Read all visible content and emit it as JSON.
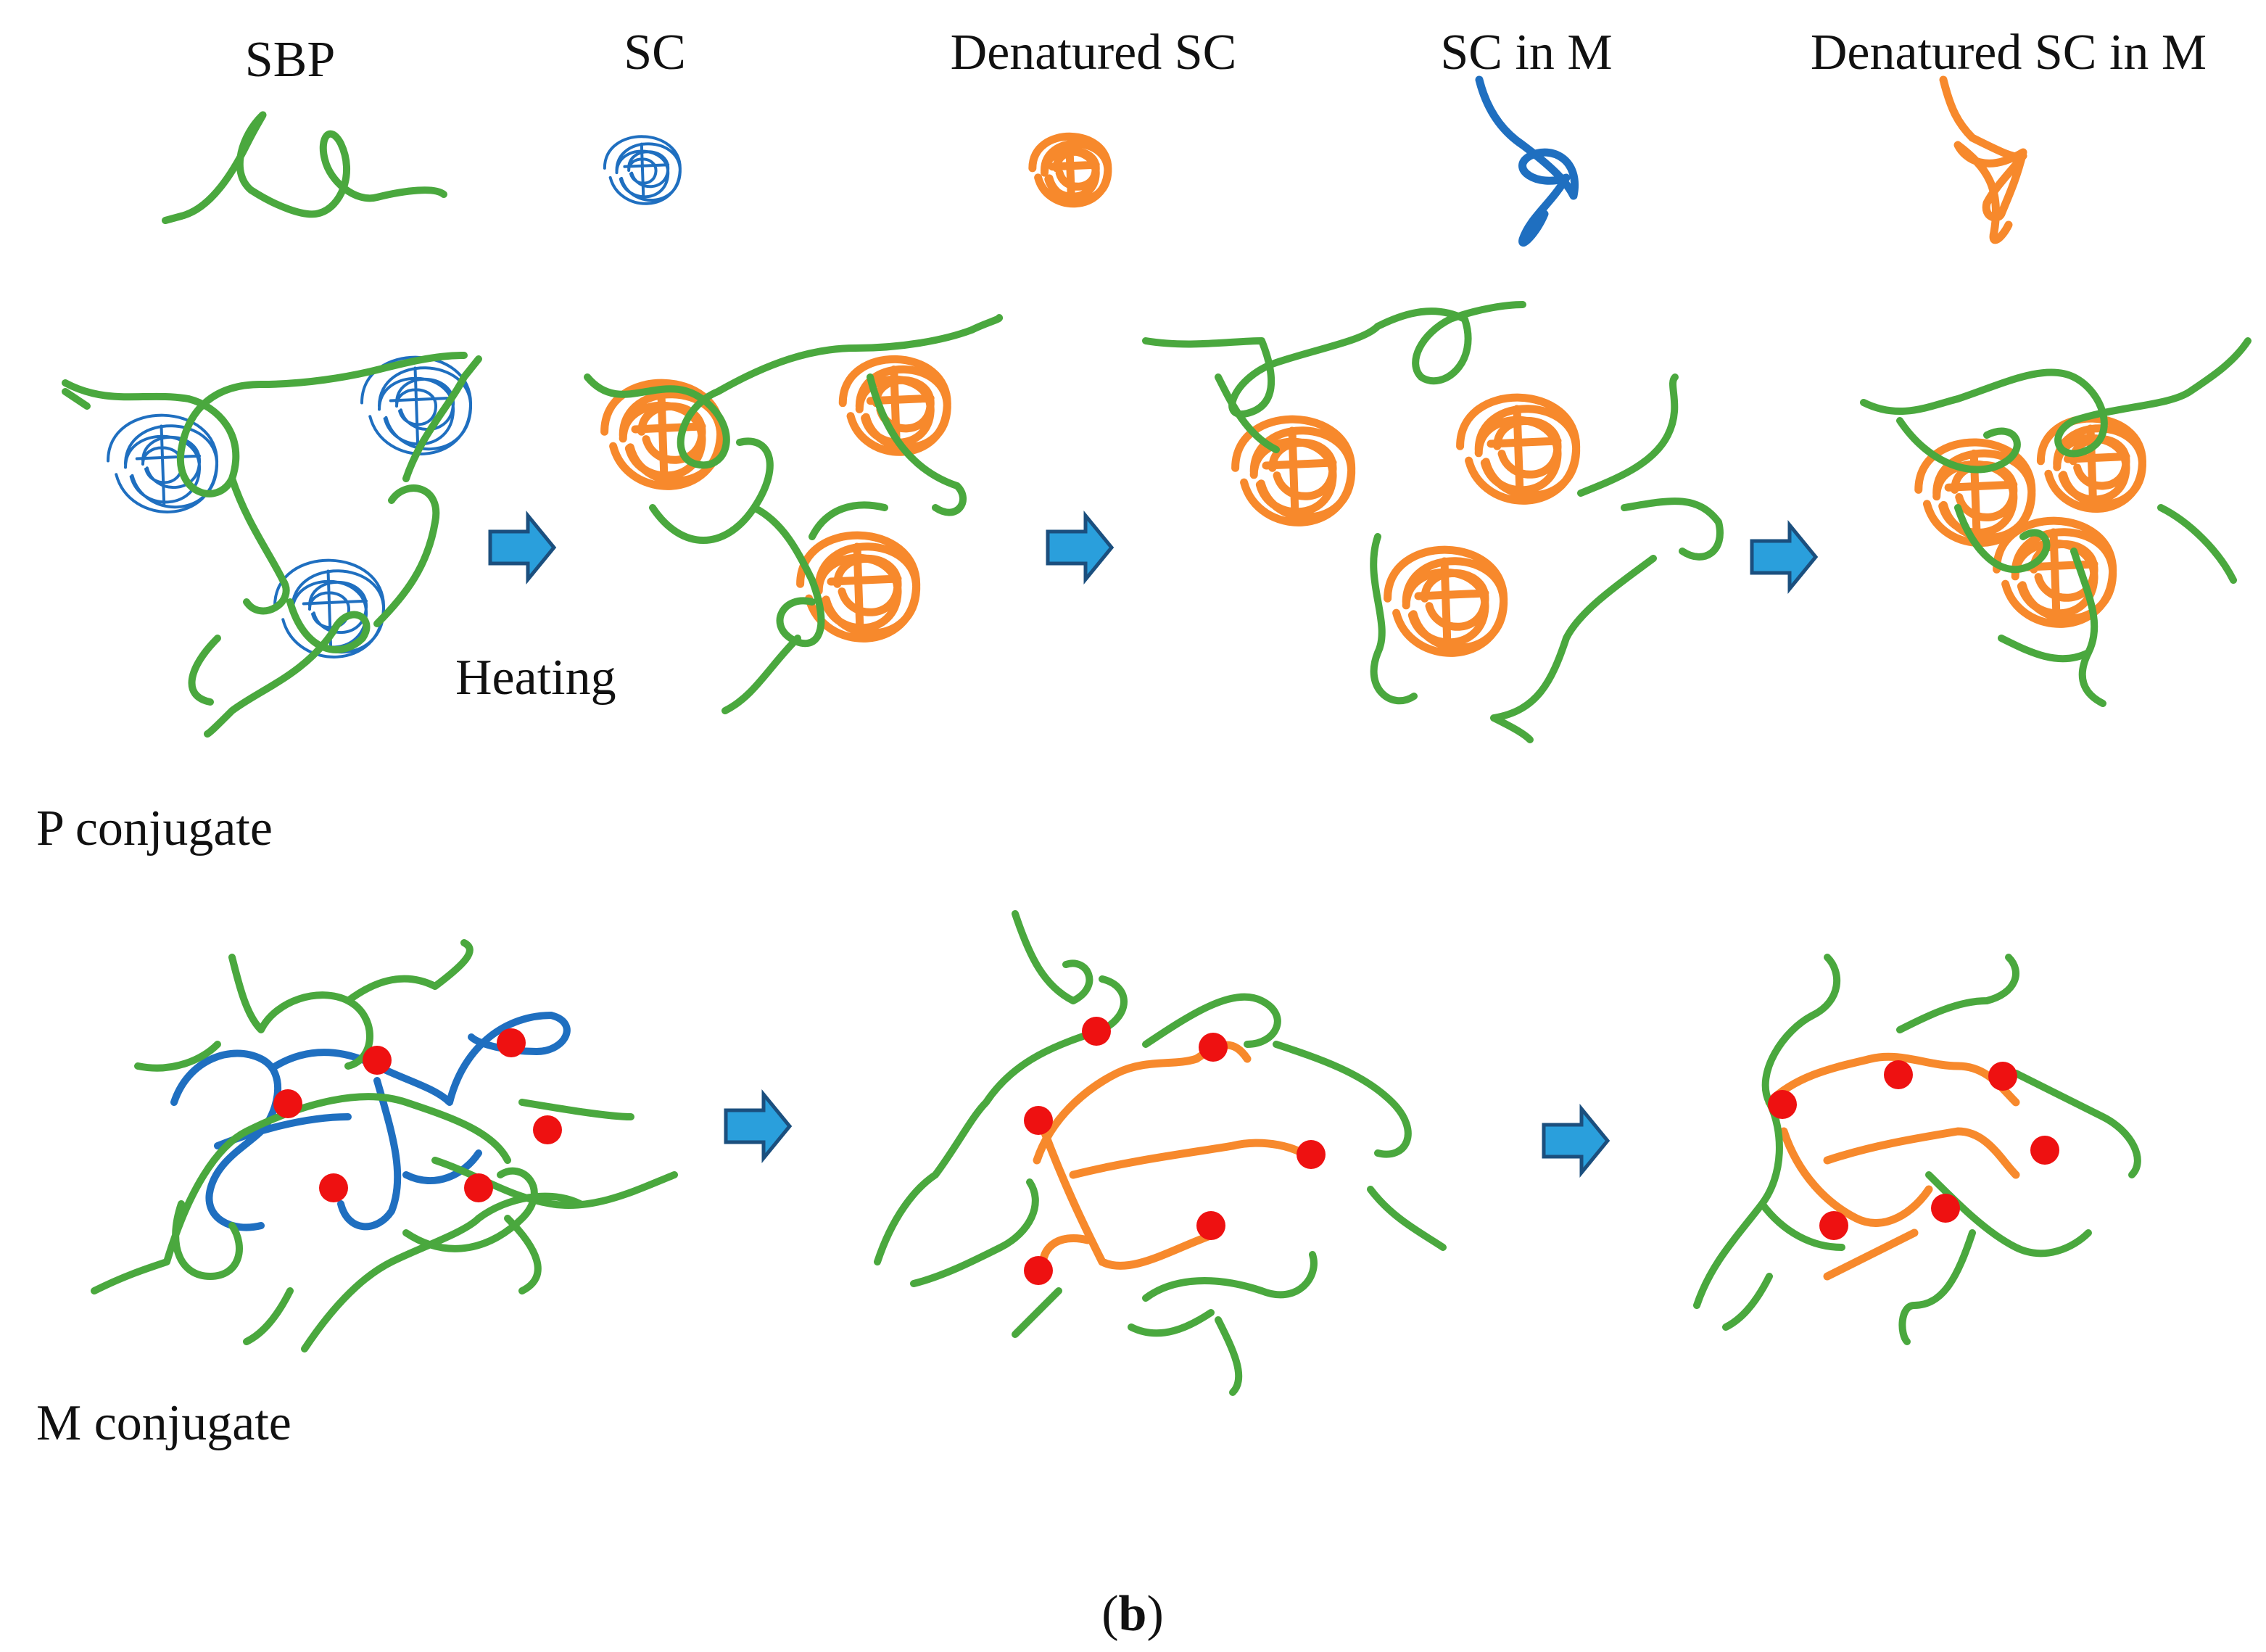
{
  "legend": {
    "sbp": "SBP",
    "sc": "SC",
    "denatured_sc": "Denatured SC",
    "sc_in_m": "SC in M",
    "denatured_sc_in_m": "Denatured SC in M"
  },
  "labels": {
    "heating": "Heating",
    "p_conjugate": "P conjugate",
    "m_conjugate": "M conjugate"
  },
  "caption": {
    "open": "(",
    "letter": "b",
    "close": ")"
  },
  "colors": {
    "sbp": "#4aa83e",
    "sc": "#1f6fc0",
    "denatured": "#f7892c",
    "crosslink": "#ee1111",
    "arrow_fill": "#2a9fdc",
    "arrow_stroke": "#1b4f7e"
  }
}
